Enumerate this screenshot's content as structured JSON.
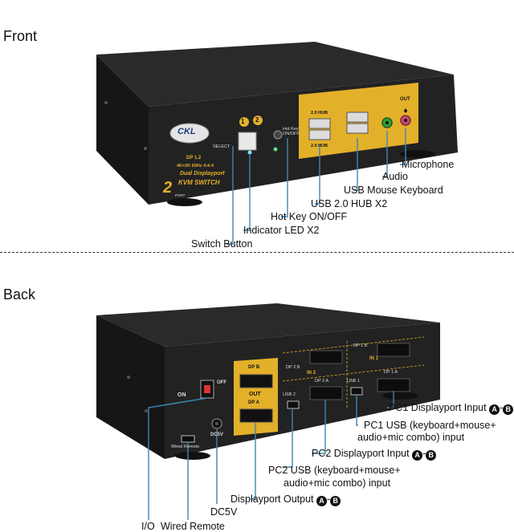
{
  "front": {
    "title": "Front",
    "brand": "CKL",
    "panel": {
      "hub_top": "2.0 HUB",
      "hub_bottom": "2.0 HUB",
      "out": "OUT",
      "select": "SELECT",
      "hotkey": "Hot Key ON/OFF",
      "num1": "1",
      "num2": "2",
      "spec1": "DP 1.2",
      "spec2": "4K×2K  60Hz  4:4:4",
      "model1": "Dual Displayport",
      "model2": "KVM SWITCH",
      "big2": "2",
      "port_word": "PORT"
    },
    "labels": {
      "microphone": "Microphone",
      "audio": "Audio",
      "usb_mk": "USB Mouse Keyboard",
      "usb_hub": "USB 2.0 HUB X2",
      "hotkey": "Hot Key ON/OFF",
      "led": "Indicator LED X2",
      "switch": "Switch Button"
    }
  },
  "back": {
    "title": "Back",
    "panel": {
      "dpb": "DP B",
      "out": "OUT",
      "dpa": "DP A",
      "in2": "IN 2",
      "in1": "IN 1",
      "dp2b": "DP 2 B",
      "dp1b": "DP 1 B",
      "dp2a": "DP 2 A",
      "dp1a": "DP 1 A",
      "usb2": "USB 2",
      "usb1": "USB 1",
      "on": "ON",
      "off": "OFF",
      "dc5v": "DC5V",
      "wired": "Wired Remote"
    },
    "labels": {
      "pc1_dp": "PC1 Displayport Input",
      "pc1_usb_1": "PC1 USB (keyboard+mouse+",
      "pc1_usb_2": "audio+mic combo) input",
      "pc2_dp": "PC2 Displayport Input",
      "pc2_usb_1": "PC2 USB (keyboard+mouse+",
      "pc2_usb_2": "audio+mic combo) input",
      "dp_out": "Displayport Output",
      "io": "I/O",
      "wired": "Wired Remote",
      "dc5v": "DC5V"
    },
    "badge_a": "A",
    "badge_b": "B",
    "dash": "-"
  },
  "colors": {
    "device": "#1c1c1c",
    "panel": "#e3b02a",
    "callout": "#3f86b3"
  }
}
